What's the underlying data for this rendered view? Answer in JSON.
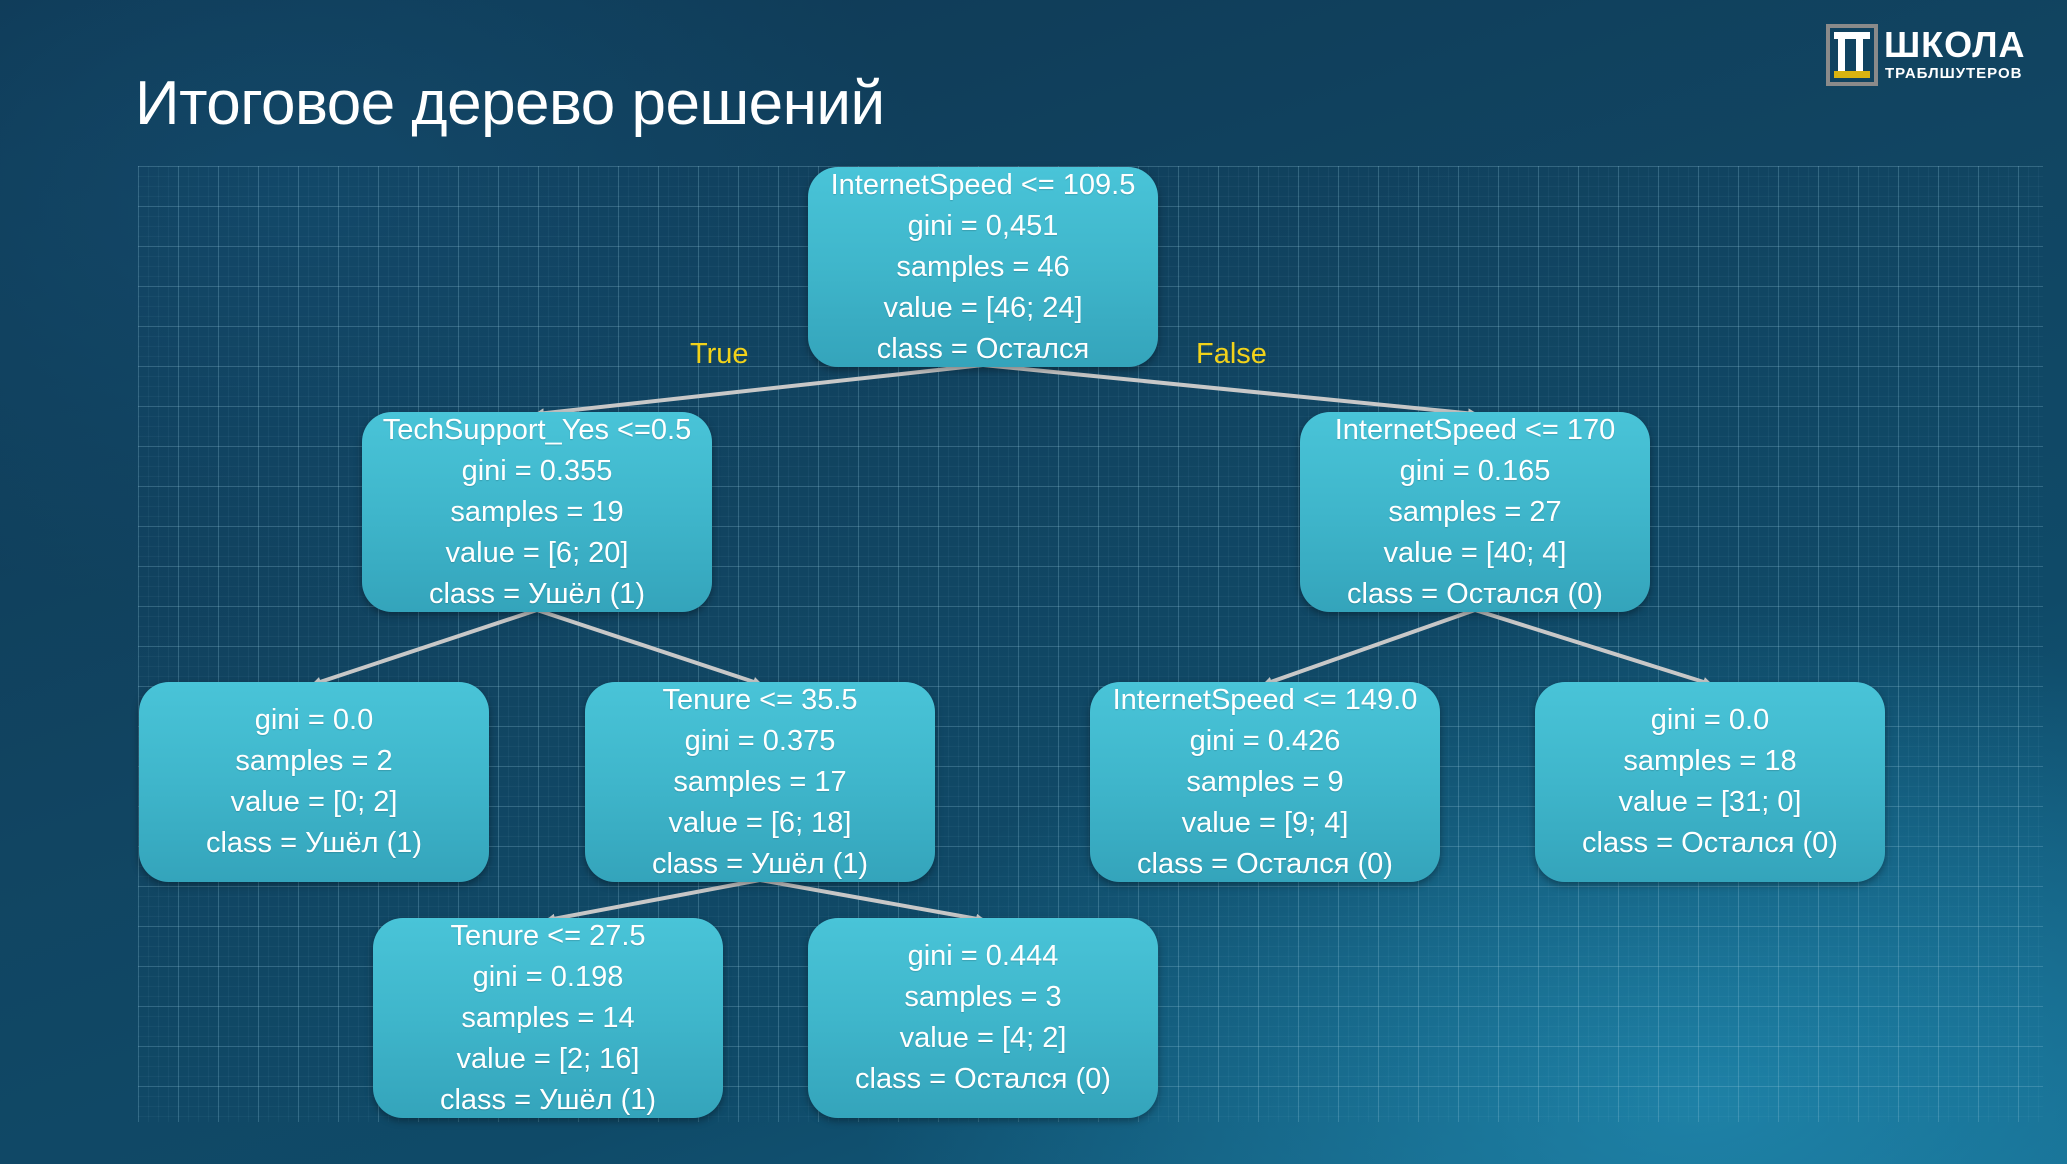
{
  "title": "Итоговое дерево решений",
  "logo": {
    "main": "ШКОЛА",
    "sub": "ТРАБЛШУТЕРОВ"
  },
  "colors": {
    "node_fill": "#3fb6cb",
    "edge": "#c8c8c8",
    "edge_label": "#f2d21a"
  },
  "edge_labels": {
    "true_label": "True",
    "false_label": "False"
  },
  "tree": {
    "nodes": [
      {
        "id": "root",
        "lines": [
          "InternetSpeed <= 109.5",
          "gini = 0,451",
          "samples = 46",
          "value = [46; 24]",
          "class = Остался"
        ]
      },
      {
        "id": "techsupport",
        "lines": [
          "TechSupport_Yes <=0.5",
          "gini = 0.355",
          "samples = 19",
          "value = [6; 20]",
          "class = Ушёл (1)"
        ]
      },
      {
        "id": "internet170",
        "lines": [
          "InternetSpeed <= 170",
          "gini = 0.165",
          "samples = 27",
          "value = [40; 4]",
          "class = Остался (0)"
        ]
      },
      {
        "id": "leaf_ushel_2",
        "lines": [
          "gini = 0.0",
          "samples = 2",
          "value = [0; 2]",
          "class = Ушёл (1)"
        ]
      },
      {
        "id": "tenure355",
        "lines": [
          "Tenure <= 35.5",
          "gini = 0.375",
          "samples = 17",
          "value = [6; 18]",
          "class = Ушёл (1)"
        ]
      },
      {
        "id": "internet149",
        "lines": [
          "InternetSpeed <= 149.0",
          "gini = 0.426",
          "samples = 9",
          "value = [9; 4]",
          "class = Остался (0)"
        ]
      },
      {
        "id": "leaf_ostalsya_18",
        "lines": [
          "gini = 0.0",
          "samples = 18",
          "value = [31; 0]",
          "class = Остался (0)"
        ]
      },
      {
        "id": "tenure275",
        "lines": [
          "Tenure <= 27.5",
          "gini = 0.198",
          "samples = 14",
          "value = [2; 16]",
          "class = Ушёл (1)"
        ]
      },
      {
        "id": "leaf_ostalsya_3",
        "lines": [
          "gini = 0.444",
          "samples = 3",
          "value = [4; 2]",
          "class = Остался (0)"
        ]
      }
    ],
    "edges": [
      {
        "from": "root",
        "to": "techsupport"
      },
      {
        "from": "root",
        "to": "internet170"
      },
      {
        "from": "techsupport",
        "to": "leaf_ushel_2"
      },
      {
        "from": "techsupport",
        "to": "tenure355"
      },
      {
        "from": "internet170",
        "to": "internet149"
      },
      {
        "from": "internet170",
        "to": "leaf_ostalsya_18"
      },
      {
        "from": "tenure355",
        "to": "tenure275"
      },
      {
        "from": "tenure355",
        "to": "leaf_ostalsya_3"
      }
    ]
  }
}
